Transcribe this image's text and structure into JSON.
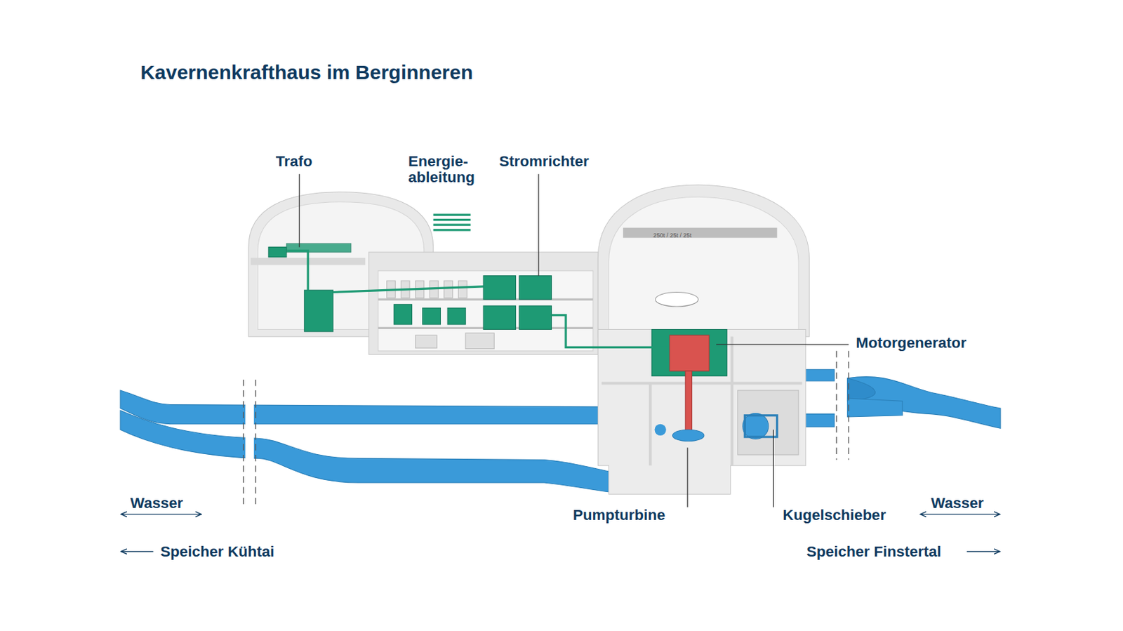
{
  "diagram": {
    "title": "Kavernenkrafthaus im Berginneren",
    "labels": [
      "Trafo",
      "Energie- ableitung",
      "Stromrichter",
      "250t / 25t / 25t",
      "Motorgenerator",
      "Wasser",
      "Pumpturbine",
      "Kugelschieber",
      "Wasser",
      "Speicher Kühtai",
      "Speicher Finstertal"
    ]
  }
}
